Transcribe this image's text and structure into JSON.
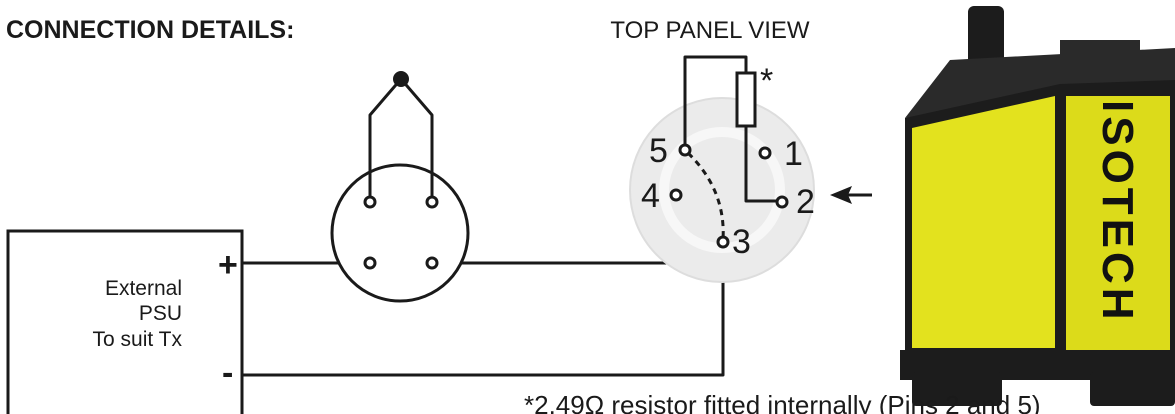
{
  "heading": "CONNECTION DETAILS:",
  "panel_title": "TOP PANEL VIEW",
  "resistor_mark": "*",
  "pins": [
    "1",
    "2",
    "3",
    "4",
    "5"
  ],
  "psu": {
    "line1": "External",
    "line2": "PSU",
    "line3": "To suit Tx",
    "plus": "+",
    "minus": "-"
  },
  "footnote": "*2.49Ω resistor fitted internally (Pins 2 and 5)",
  "brand": "ISOTECH",
  "colors": {
    "instrument_body": "#e3e21e",
    "instrument_dark": "#1c1c1c",
    "panel_circle": "#e8e8e8",
    "line": "#1a1a1a"
  },
  "icons": [
    "arrow-left-icon",
    "thermocouple-junction-icon",
    "resistor-icon"
  ]
}
